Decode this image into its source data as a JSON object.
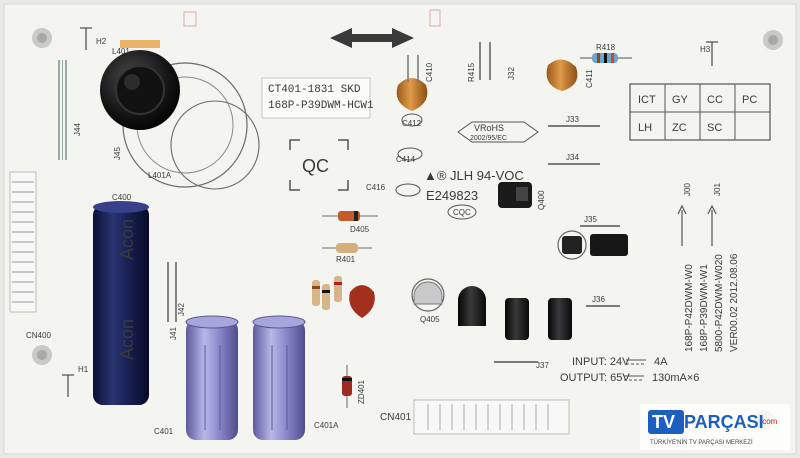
{
  "board": {
    "sticker_line1": "CT401-1831  SKD",
    "sticker_line2": "168P-P39DWM-HCW1",
    "qc_mark": "QC",
    "cert_ul": "▲® JLH 94-VOC",
    "cert_file": "E249823",
    "cert_cqc": "CQC",
    "rohs_line1": "VRoHS",
    "rohs_line2": "2002/95/EC",
    "input_label": "INPUT: 24V",
    "input_value": "4A",
    "output_label": "OUTPUT: 65V",
    "output_value": "130mA×6",
    "model_lines": [
      "168P-P42DWM-W0",
      "168P-P39DWM-W1",
      "5800-P42DWM-W020",
      "VER00.02   2012.08.06"
    ],
    "check_grid": [
      [
        "ICT",
        "GY",
        "CC",
        "PC"
      ],
      [
        "LH",
        "ZC",
        "SC",
        ""
      ]
    ],
    "cap_brand": "Acon",
    "connector_cn400": "CN400",
    "connector_cn401": "CN401",
    "refs": {
      "h1": "H1",
      "h2": "H2",
      "h3": "H3",
      "l401": "L401",
      "l401a": "L401A",
      "c400": "C400",
      "c401": "C401",
      "c401a": "C401A",
      "c410": "C410",
      "c412": "C412",
      "c414": "C414",
      "c416": "C416",
      "c411": "C411",
      "r418": "R418",
      "r401": "R401",
      "r415": "R415",
      "d405": "D405",
      "zd401": "ZD401",
      "q400": "Q400",
      "q405": "Q405",
      "j33": "J33",
      "j34": "J34",
      "j35": "J35",
      "j36": "J36",
      "j37": "J37",
      "j42": "J42",
      "j41": "J41",
      "j44": "J44",
      "j45": "J45",
      "j32": "J32",
      "j00": "J00",
      "j01": "J01"
    }
  },
  "watermark": {
    "brand_tv": "TV",
    "brand_name": "PARÇASI",
    "brand_tld": ".com",
    "tagline": "TÜRKİYE'NİN TV PARÇASI MERKEZİ"
  }
}
